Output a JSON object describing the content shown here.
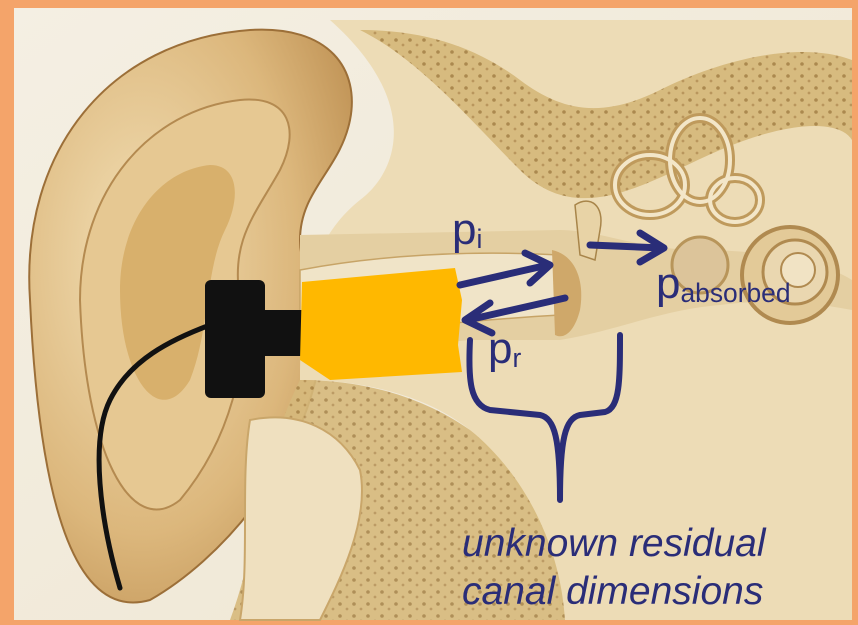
{
  "labels": {
    "p_incident_base": "p",
    "p_incident_sub": "i",
    "p_reflected_base": "p",
    "p_reflected_sub": "r",
    "p_absorbed_base": "p",
    "p_absorbed_sub": "absorbed"
  },
  "caption": {
    "line1": "unknown residual",
    "line2": "canal dimensions"
  },
  "colors": {
    "frame": "#f4a46a",
    "annotation": "#2a2d78",
    "probe_tip": "#ffb800",
    "probe_body": "#111111"
  }
}
